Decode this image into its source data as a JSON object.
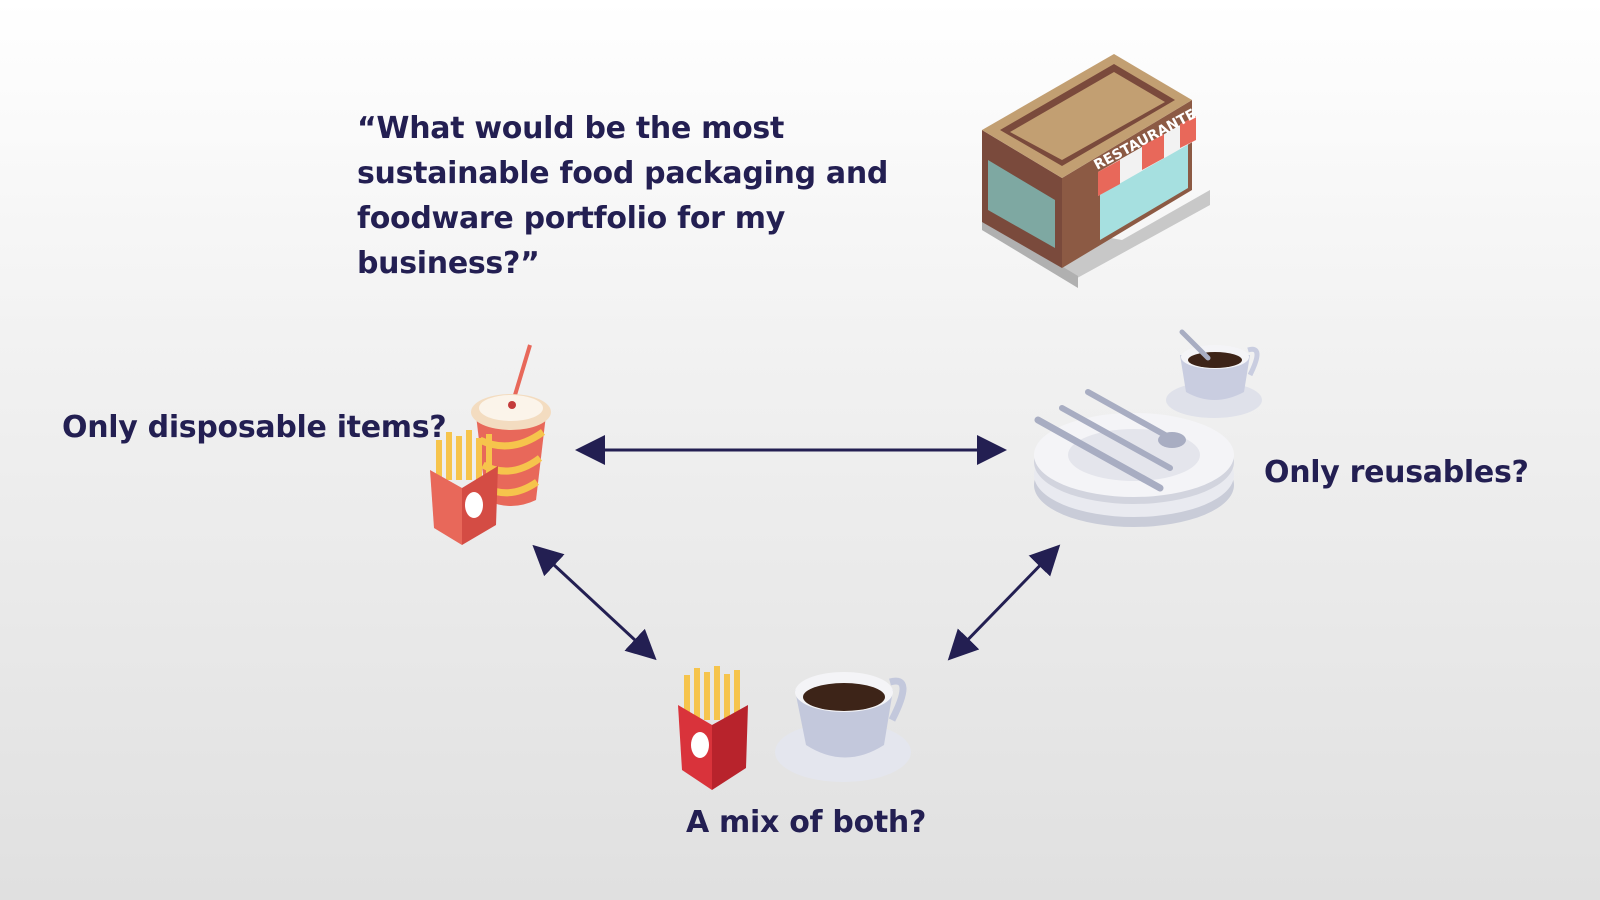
{
  "question": "“What would be the most sustainable food packaging and foodware portfolio for my business?”",
  "options": {
    "disposable": "Only disposable items?",
    "reusable": "Only reusables?",
    "mix": "A mix of both?"
  },
  "restaurant_sign": "RESTAURANTE",
  "colors": {
    "text": "#231f52",
    "arrow": "#231f52"
  }
}
